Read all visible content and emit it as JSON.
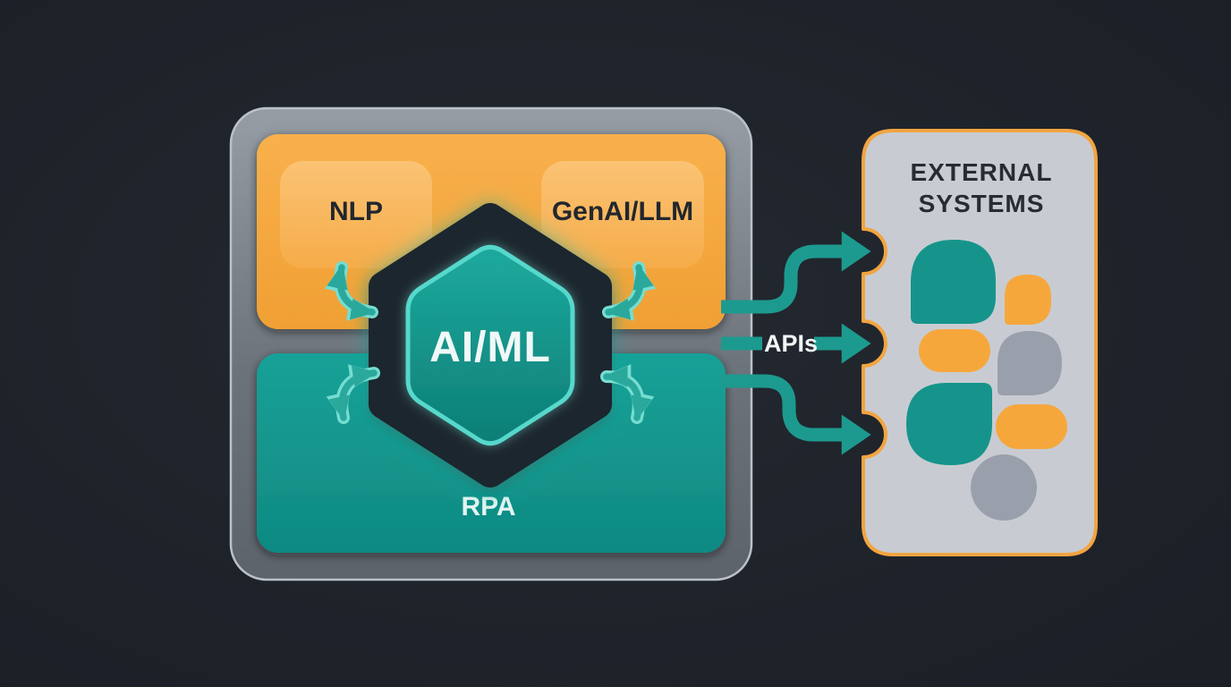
{
  "diagram": {
    "platform": {
      "modules": {
        "nlp": "NLP",
        "genai": "GenAI/LLM",
        "rpa": "RPA"
      },
      "core_label": "AI/ML"
    },
    "connector_label": "APIs",
    "external_box": {
      "title_line1": "EXTERNAL",
      "title_line2": "SYSTEMS"
    },
    "colors": {
      "background": "#1f242c",
      "platform_frame": "#939aa2",
      "panel_orange": "#f5a73e",
      "panel_teal": "#13948c",
      "hexagon_teal": "#14958c",
      "hexagon_outline": "#56d8cb",
      "arrow_teal": "#1d9a8f",
      "arrow_light": "#76ddd1",
      "external_background": "#c8ccd2",
      "external_border": "#f2a440",
      "blob_teal": "#16948b",
      "blob_orange": "#f6a73c",
      "blob_gray": "#9aa0ab"
    }
  }
}
